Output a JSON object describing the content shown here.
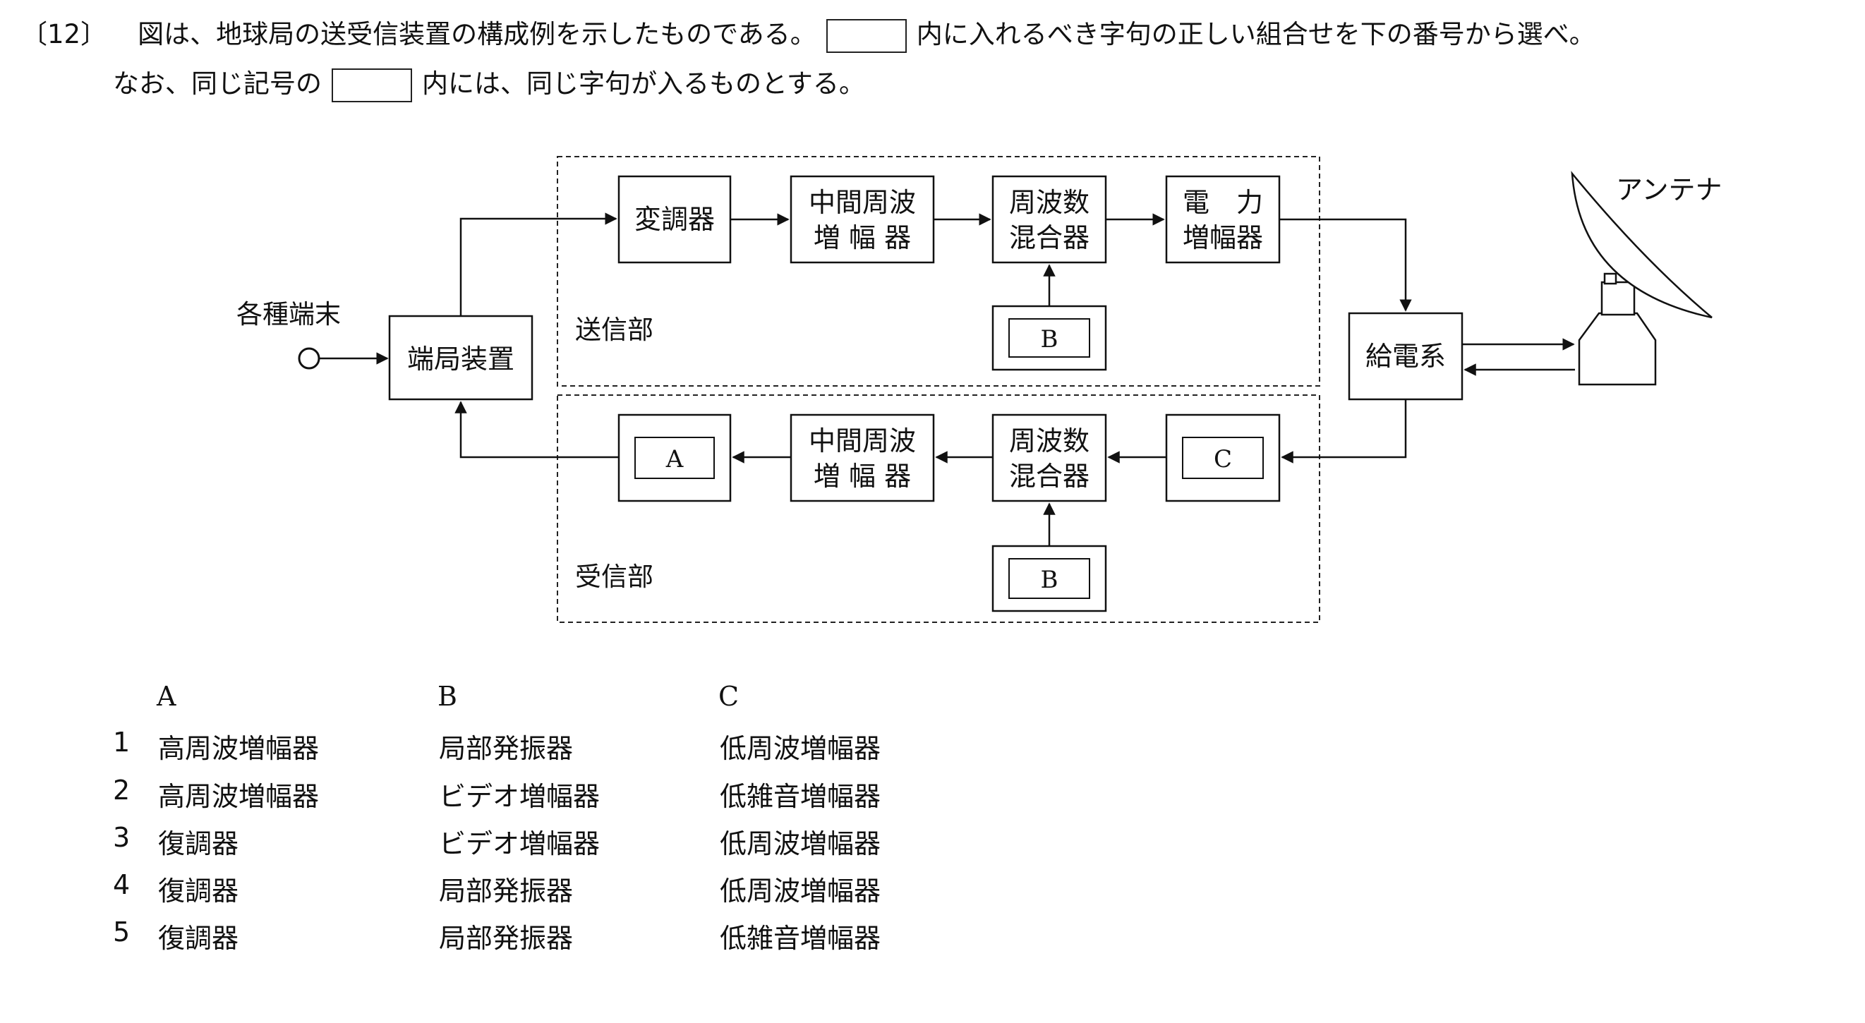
{
  "question": {
    "number": "〔12〕",
    "line1_before": "図は、地球局の送受信装置の構成例を示したものである。",
    "line1_after": "内に入れるべき字句の正しい組合せを下の番号から選べ。",
    "line2_before": "なお、同じ記号の",
    "line2_after": "内には、同じ字句が入るものとする。"
  },
  "diagram": {
    "terminal_label": "各種端末",
    "station_device": "端局装置",
    "tx_section": "送信部",
    "rx_section": "受信部",
    "modulator": "変調器",
    "if_amp_line1": "中間周波",
    "if_amp_line2": "増 幅 器",
    "mixer_line1": "周波数",
    "mixer_line2": "混合器",
    "power_amp_line1": "電　力",
    "power_amp_line2": "増幅器",
    "feed_system": "給電系",
    "antenna_label": "アンテナ",
    "blank_a": "A",
    "blank_b": "B",
    "blank_c": "C"
  },
  "choices": {
    "headers": [
      "A",
      "B",
      "C"
    ],
    "rows": [
      {
        "num": "1",
        "a": "高周波増幅器",
        "b": "局部発振器",
        "c": "低周波増幅器"
      },
      {
        "num": "2",
        "a": "高周波増幅器",
        "b": "ビデオ増幅器",
        "c": "低雑音増幅器"
      },
      {
        "num": "3",
        "a": "復調器",
        "b": "ビデオ増幅器",
        "c": "低周波増幅器"
      },
      {
        "num": "4",
        "a": "復調器",
        "b": "局部発振器",
        "c": "低周波増幅器"
      },
      {
        "num": "5",
        "a": "復調器",
        "b": "局部発振器",
        "c": "低雑音増幅器"
      }
    ]
  }
}
